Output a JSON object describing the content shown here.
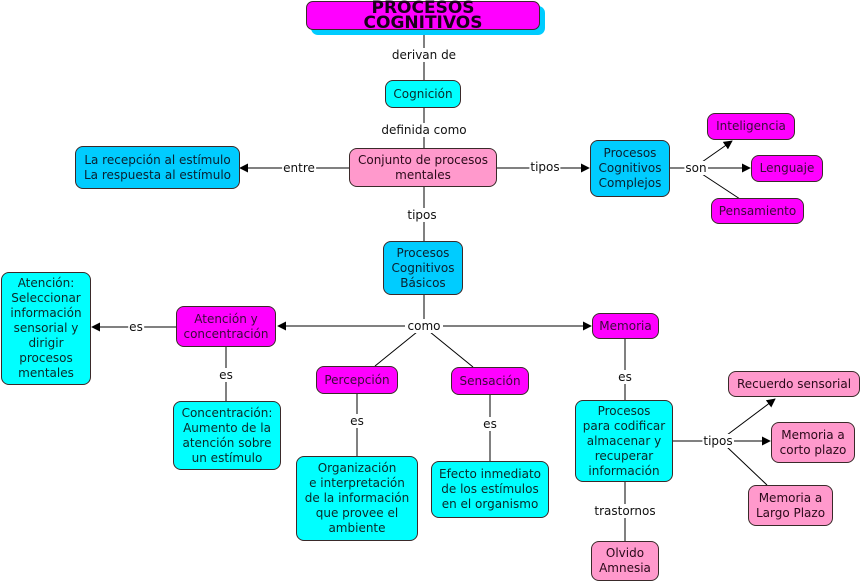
{
  "map": {
    "title": "PROCESOS COGNITIVOS",
    "nodes": {
      "cognicion": "Cognición",
      "conjunto": "Conjunto de procesos\nmentales",
      "recepcion": "La recepción al estímulo\nLa respuesta al estímulo",
      "complejos": "Procesos\nCognitivos\nComplejos",
      "inteligencia": "Inteligencia",
      "lenguaje": "Lenguaje",
      "pensamiento": "Pensamiento",
      "basicos": "Procesos\nCognitivos\nBásicos",
      "atencion_concentracion": "Atención y\nconcentración",
      "atencion_def": "Atención:\nSeleccionar\ninformación\nsensorial y\ndirigir\nprocesos\nmentales",
      "concentracion_def": "Concentración:\nAumento de la\natención sobre\nun estímulo",
      "percepcion": "Percepción",
      "percepcion_def": "Organización\ne interpretación\nde la información\nque provee el\nambiente",
      "sensacion": "Sensación",
      "sensacion_def": "Efecto inmediato\nde los estímulos\nen el organismo",
      "memoria": "Memoria",
      "memoria_def": "Procesos\npara codificar\nalmacenar y\nrecuperar\ninformación",
      "recuerdo_sensorial": "Recuerdo sensorial",
      "corto_plazo": "Memoria a\ncorto plazo",
      "largo_plazo": "Memoria a\nLargo Plazo",
      "trastornos_def": "Olvido\nAmnesia"
    },
    "links": {
      "derivan_de": "derivan de",
      "definida_como": "definida como",
      "entre": "entre",
      "tipos_conjunto_complejos": "tipos",
      "son": "son",
      "tipos_conjunto_basicos": "tipos",
      "como": "como",
      "es_atencion": "es",
      "es_concentracion": "es",
      "es_percepcion": "es",
      "es_sensacion": "es",
      "es_memoria": "es",
      "tipos_memoria": "tipos",
      "trastornos": "trastornos"
    },
    "colors": {
      "magenta": "#ff00ff",
      "cyan": "#00ffff",
      "blue": "#00ccff",
      "pink": "#ff99cc",
      "line": "#000000"
    }
  }
}
